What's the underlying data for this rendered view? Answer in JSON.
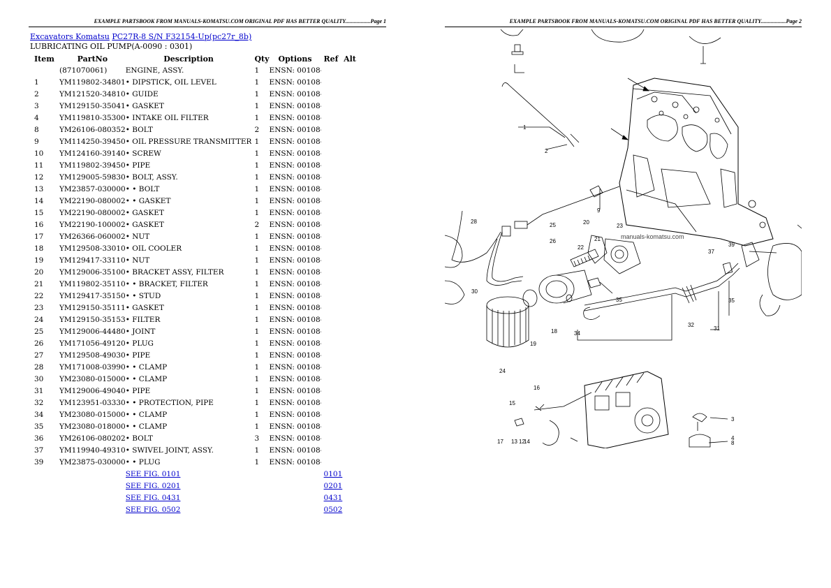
{
  "headers": {
    "left": "EXAMPLE PARTSBOOK FROM MANUALS-KOMATSU.COM ORIGINAL PDF HAS BETTER QUALITY..................Page 1",
    "right": "EXAMPLE PARTSBOOK FROM MANUALS-KOMATSU.COM ORIGINAL PDF HAS BETTER QUALITY..................Page 2"
  },
  "breadcrumb": {
    "link1": "Excavators Komatsu",
    "link2": "PC27R-8 S/N F32154-Up(pc27r_8b)"
  },
  "subtitle": "LUBRICATING OIL PUMP(A-0090 : 0301)",
  "columns": {
    "item": "Item",
    "partno": "PartNo",
    "description": "Description",
    "qty": "Qty",
    "options": "Options",
    "ref": "Ref",
    "alt": "Alt"
  },
  "rows": [
    {
      "item": "",
      "partno": "(871070061)",
      "desc": "ENGINE, ASSY.",
      "qty": "1",
      "opt": "ENSN: 00108-"
    },
    {
      "item": "1",
      "partno": "YM119802-34801",
      "desc": "• DIPSTICK, OIL LEVEL",
      "qty": "1",
      "opt": "ENSN: 00108-"
    },
    {
      "item": "2",
      "partno": "YM121520-34810",
      "desc": "• GUIDE",
      "qty": "1",
      "opt": "ENSN: 00108-"
    },
    {
      "item": "3",
      "partno": "YM129150-35041",
      "desc": "• GASKET",
      "qty": "1",
      "opt": "ENSN: 00108-"
    },
    {
      "item": "4",
      "partno": "YM119810-35300",
      "desc": "• INTAKE OIL FILTER",
      "qty": "1",
      "opt": "ENSN: 00108-"
    },
    {
      "item": "8",
      "partno": "YM26106-080352",
      "desc": "• BOLT",
      "qty": "2",
      "opt": "ENSN: 00108-"
    },
    {
      "item": "9",
      "partno": "YM114250-39450",
      "desc": "• OIL PRESSURE TRANSMITTER",
      "qty": "1",
      "opt": "ENSN: 00108-"
    },
    {
      "item": "10",
      "partno": "YM124160-39140",
      "desc": "• SCREW",
      "qty": "1",
      "opt": "ENSN: 00108-"
    },
    {
      "item": "11",
      "partno": "YM119802-39450",
      "desc": "• PIPE",
      "qty": "1",
      "opt": "ENSN: 00108-"
    },
    {
      "item": "12",
      "partno": "YM129005-59830",
      "desc": "• BOLT, ASSY.",
      "qty": "1",
      "opt": "ENSN: 00108-"
    },
    {
      "item": "13",
      "partno": "YM23857-030000",
      "desc": "• • BOLT",
      "qty": "1",
      "opt": "ENSN: 00108-"
    },
    {
      "item": "14",
      "partno": "YM22190-080002",
      "desc": "• • GASKET",
      "qty": "1",
      "opt": "ENSN: 00108-"
    },
    {
      "item": "15",
      "partno": "YM22190-080002",
      "desc": "• GASKET",
      "qty": "1",
      "opt": "ENSN: 00108-"
    },
    {
      "item": "16",
      "partno": "YM22190-100002",
      "desc": "• GASKET",
      "qty": "2",
      "opt": "ENSN: 00108-"
    },
    {
      "item": "17",
      "partno": "YM26366-060002",
      "desc": "• NUT",
      "qty": "1",
      "opt": "ENSN: 00108-"
    },
    {
      "item": "18",
      "partno": "YM129508-33010",
      "desc": "• OIL COOLER",
      "qty": "1",
      "opt": "ENSN: 00108-"
    },
    {
      "item": "19",
      "partno": "YM129417-33110",
      "desc": "• NUT",
      "qty": "1",
      "opt": "ENSN: 00108-"
    },
    {
      "item": "20",
      "partno": "YM129006-35100",
      "desc": "• BRACKET ASSY, FILTER",
      "qty": "1",
      "opt": "ENSN: 00108-"
    },
    {
      "item": "21",
      "partno": "YM119802-35110",
      "desc": "• • BRACKET, FILTER",
      "qty": "1",
      "opt": "ENSN: 00108-"
    },
    {
      "item": "22",
      "partno": "YM129417-35150",
      "desc": "• • STUD",
      "qty": "1",
      "opt": "ENSN: 00108-"
    },
    {
      "item": "23",
      "partno": "YM129150-35111",
      "desc": "• GASKET",
      "qty": "1",
      "opt": "ENSN: 00108-"
    },
    {
      "item": "24",
      "partno": "YM129150-35153",
      "desc": "• FILTER",
      "qty": "1",
      "opt": "ENSN: 00108-"
    },
    {
      "item": "25",
      "partno": "YM129006-44480",
      "desc": "• JOINT",
      "qty": "1",
      "opt": "ENSN: 00108-"
    },
    {
      "item": "26",
      "partno": "YM171056-49120",
      "desc": "• PLUG",
      "qty": "1",
      "opt": "ENSN: 00108-"
    },
    {
      "item": "27",
      "partno": "YM129508-49030",
      "desc": "• PIPE",
      "qty": "1",
      "opt": "ENSN: 00108-"
    },
    {
      "item": "28",
      "partno": "YM171008-03990",
      "desc": "• • CLAMP",
      "qty": "1",
      "opt": "ENSN: 00108-"
    },
    {
      "item": "30",
      "partno": "YM23080-015000",
      "desc": "• • CLAMP",
      "qty": "1",
      "opt": "ENSN: 00108-"
    },
    {
      "item": "31",
      "partno": "YM129006-49040",
      "desc": "• PIPE",
      "qty": "1",
      "opt": "ENSN: 00108-"
    },
    {
      "item": "32",
      "partno": "YM123951-03330",
      "desc": "• • PROTECTION, PIPE",
      "qty": "1",
      "opt": "ENSN: 00108-"
    },
    {
      "item": "34",
      "partno": "YM23080-015000",
      "desc": "• • CLAMP",
      "qty": "1",
      "opt": "ENSN: 00108-"
    },
    {
      "item": "35",
      "partno": "YM23080-018000",
      "desc": "• • CLAMP",
      "qty": "1",
      "opt": "ENSN: 00108-"
    },
    {
      "item": "36",
      "partno": "YM26106-080202",
      "desc": "• BOLT",
      "qty": "3",
      "opt": "ENSN: 00108-"
    },
    {
      "item": "37",
      "partno": "YM119940-49310",
      "desc": "• SWIVEL JOINT, ASSY.",
      "qty": "1",
      "opt": "ENSN: 00108-"
    },
    {
      "item": "39",
      "partno": "YM23875-030000",
      "desc": "• • PLUG",
      "qty": "1",
      "opt": "ENSN: 00108-"
    }
  ],
  "see_figs": [
    {
      "label": "SEE FIG. 0101",
      "ref": "0101"
    },
    {
      "label": "SEE FIG. 0201",
      "ref": "0201"
    },
    {
      "label": "SEE FIG. 0431",
      "ref": "0431"
    },
    {
      "label": "SEE FIG. 0502",
      "ref": "0502"
    }
  ],
  "diagram": {
    "watermark": "manuals-komatsu.com",
    "callouts": [
      "1",
      "2",
      "9",
      "28",
      "25",
      "26",
      "20",
      "23",
      "21",
      "22",
      "35",
      "30",
      "18",
      "19",
      "24",
      "34",
      "32",
      "31",
      "35",
      "37",
      "39",
      "16",
      "15",
      "17",
      "13",
      "12",
      "14",
      "3",
      "4",
      "8"
    ]
  }
}
